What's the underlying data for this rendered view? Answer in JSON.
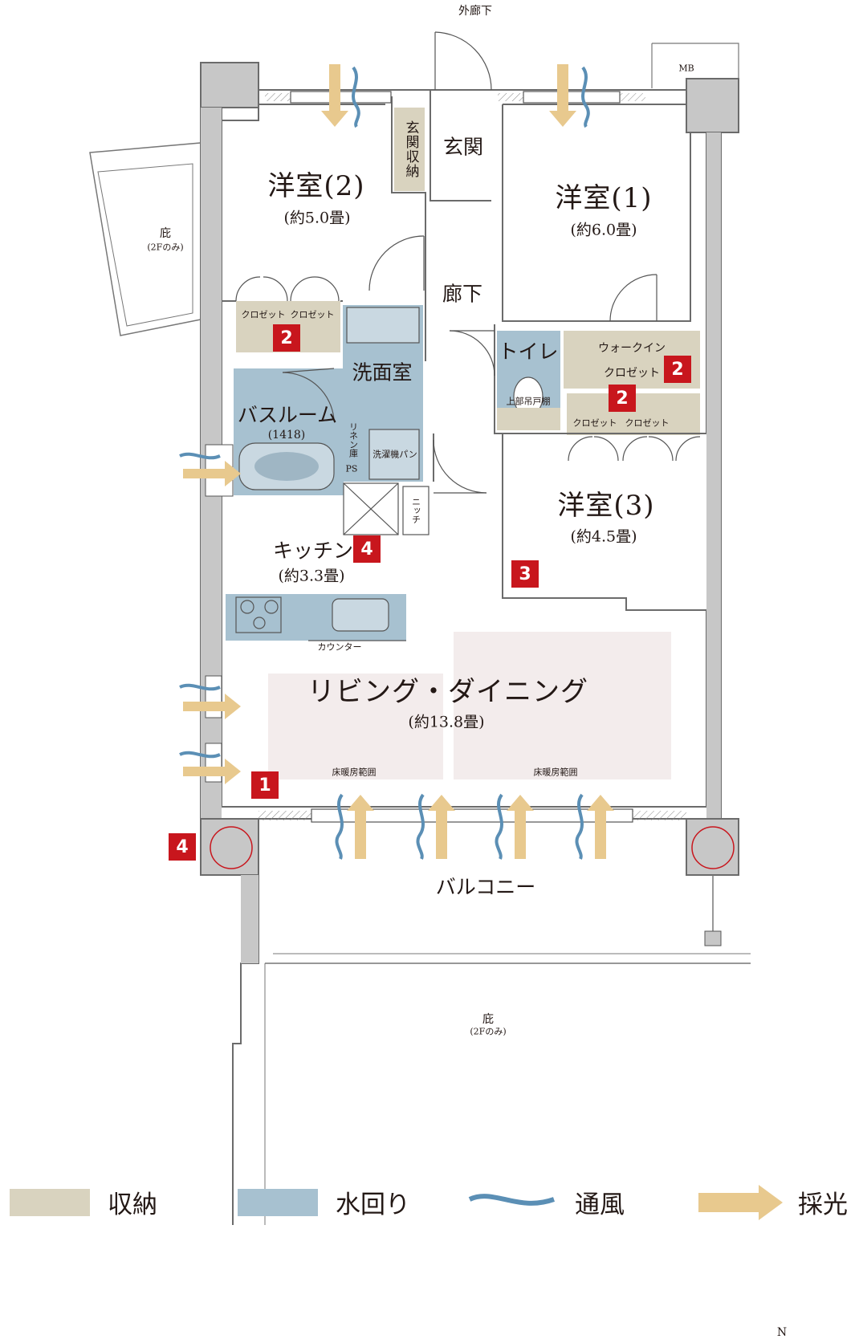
{
  "labels": {
    "outer_corridor": "外廊下",
    "mb": "MB",
    "entrance": "玄関",
    "entrance_storage": "玄関収納",
    "eaves_left": "庇",
    "eaves_left_sub": "(2Fのみ)",
    "eaves_bottom": "庇",
    "eaves_bottom_sub": "(2Fのみ)",
    "hallway": "廊下",
    "washroom": "洗面室",
    "linen": "リネン庫",
    "washer_pan": "洗濯機パン",
    "ps": "PS",
    "niche": "ニッチ",
    "toilet": "トイレ",
    "toilet_cabinet": "上部吊戸棚",
    "walkin_line1": "ウォークイン",
    "walkin_line2": "クロゼット",
    "closet": "クロゼット",
    "counter": "カウンター",
    "floor_heating": "床暖房範囲",
    "balcony": "バルコニー"
  },
  "rooms": {
    "western2": {
      "name": "洋室(2)",
      "area": "(約5.0畳)"
    },
    "western1": {
      "name": "洋室(1)",
      "area": "(約6.0畳)"
    },
    "western3": {
      "name": "洋室(3)",
      "area": "(約4.5畳)"
    },
    "bathroom": {
      "name": "バスルーム",
      "size": "(1418)"
    },
    "kitchen": {
      "name": "キッチン",
      "area": "(約3.3畳)"
    },
    "living": {
      "name": "リビング・ダイニング",
      "area": "(約13.8畳)"
    }
  },
  "badges": {
    "b1": "1",
    "b2": "2",
    "b3": "3",
    "b4": "4"
  },
  "compass": {
    "label": "N"
  },
  "legend": [
    {
      "label": "収納",
      "color": "#d9d3bf"
    },
    {
      "label": "水回り",
      "color": "#a7c1d0"
    },
    {
      "label": "通風",
      "color": "#5b8fb5"
    },
    {
      "label": "採光",
      "color": "#e8c98e"
    }
  ],
  "colors": {
    "storage": "#d9d3bf",
    "water": "#a7c1d0",
    "wind": "#5b8fb5",
    "light": "#e8c98e",
    "floor_heating": "#f3ecec",
    "wall": "#c7c7c7",
    "badge": "#c8161d"
  }
}
